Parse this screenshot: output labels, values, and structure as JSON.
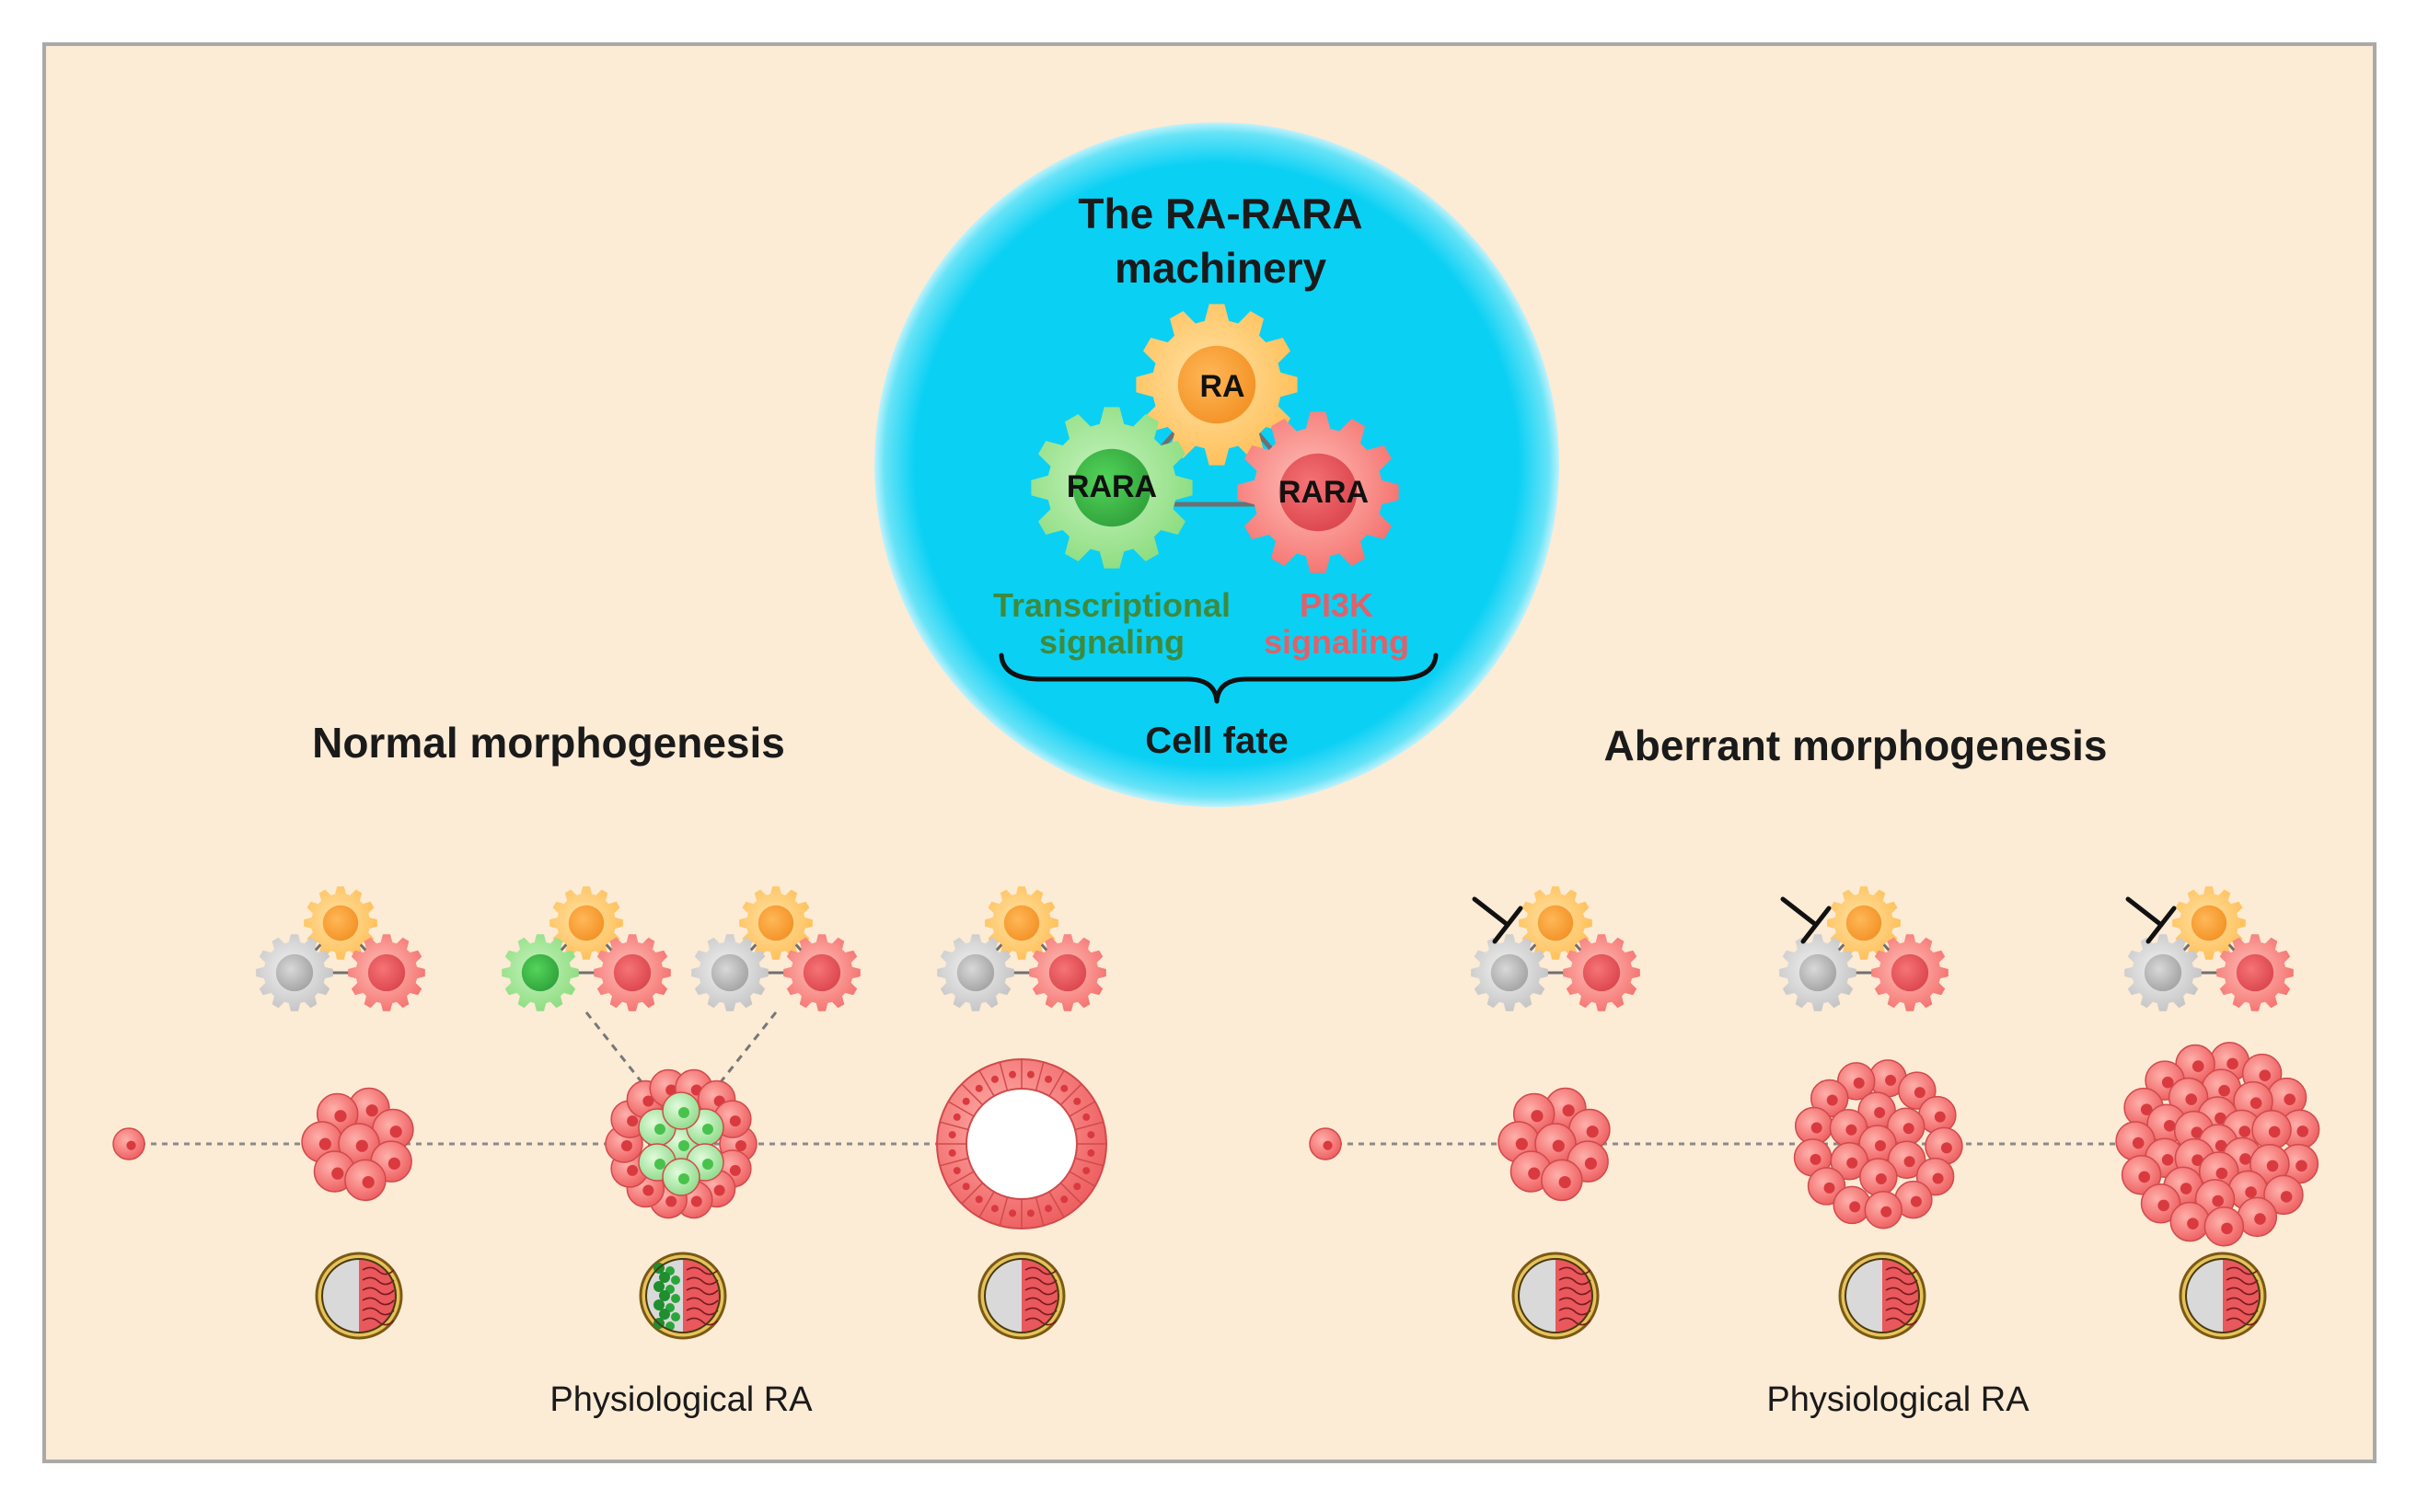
{
  "machinery": {
    "title_line1": "The RA-RARA",
    "title_line2": "machinery",
    "gear_top_label": "RA",
    "gear_left_label": "RARA",
    "gear_right_label": "RARA",
    "transcriptional_line1": "Transcriptional",
    "transcriptional_line2": "signaling",
    "pi3k_line1": "PI3K",
    "pi3k_line2": "signaling",
    "cell_fate": "Cell fate"
  },
  "normal": {
    "heading": "Normal morphogenesis",
    "footer": "Physiological RA"
  },
  "aberrant": {
    "heading": "Aberrant morphogenesis",
    "footer": "Physiological RA"
  },
  "colors": {
    "panel_bg": "#fcebd5",
    "panel_border": "#a9a9a9",
    "circle_fill": "#0cd2f5",
    "gear_orange": "#ffc866",
    "gear_green": "#96e08a",
    "gear_red": "#f97b78",
    "gear_gray": "#c8c8c8",
    "cell_red": "#f26a6a",
    "cell_green": "#9fe39c"
  }
}
